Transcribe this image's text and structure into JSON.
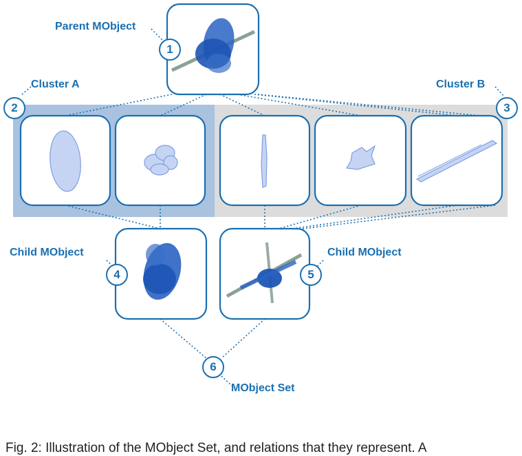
{
  "labels": {
    "parent": "Parent MObject",
    "cluster_a": "Cluster A",
    "cluster_b": "Cluster B",
    "child_left": "Child MObject",
    "child_right": "Child MObject",
    "set": "MObject Set"
  },
  "numbers": [
    "1",
    "2",
    "3",
    "4",
    "5",
    "6"
  ],
  "caption": "Fig. 2: Illustration of the MObject Set, and relations that they represent. A",
  "colors": {
    "accent": "#1a6fb0",
    "cluster_a_bg": "#a9c2e0",
    "cluster_b_bg": "#dcdcdc",
    "shape_blue": "#2a63c2",
    "shape_light": "#8aa9e6"
  }
}
